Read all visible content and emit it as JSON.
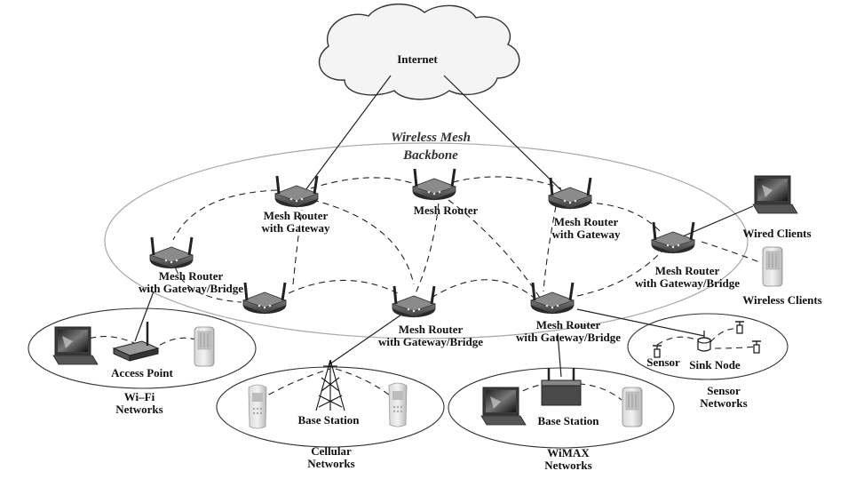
{
  "labels": {
    "internet": "Internet",
    "backbone_line1": "Wireless Mesh",
    "backbone_line2": "Backbone",
    "router_gateway_left_1": "Mesh Router",
    "router_gateway_left_2": "with Gateway",
    "router_center": "Mesh Router",
    "router_gateway_right_1": "Mesh Router",
    "router_gateway_right_2": "with Gateway",
    "router_bridge_farleft_1": "Mesh Router",
    "router_bridge_farleft_2": "with Gateway/Bridge",
    "router_bridge_center_1": "Mesh Router",
    "router_bridge_center_2": "with Gateway/Bridge",
    "router_bridge_lowright_1": "Mesh Router",
    "router_bridge_lowright_2": "with Gateway/Bridge",
    "router_bridge_farright_1": "Mesh Router",
    "router_bridge_farright_2": "with Gateway/Bridge",
    "wired_clients": "Wired Clients",
    "wireless_clients": "Wireless Clients",
    "access_point": "Access Point",
    "wifi_1": "Wi–Fi",
    "wifi_2": "Networks",
    "base_station_cellular": "Base Station",
    "cellular_1": "Cellular",
    "cellular_2": "Networks",
    "base_station_wimax": "Base Station",
    "wimax_1": "WiMAX",
    "wimax_2": "Networks",
    "sensor": "Sensor",
    "sink_node": "Sink Node",
    "sensor_net_1": "Sensor",
    "sensor_net_2": "Networks"
  }
}
